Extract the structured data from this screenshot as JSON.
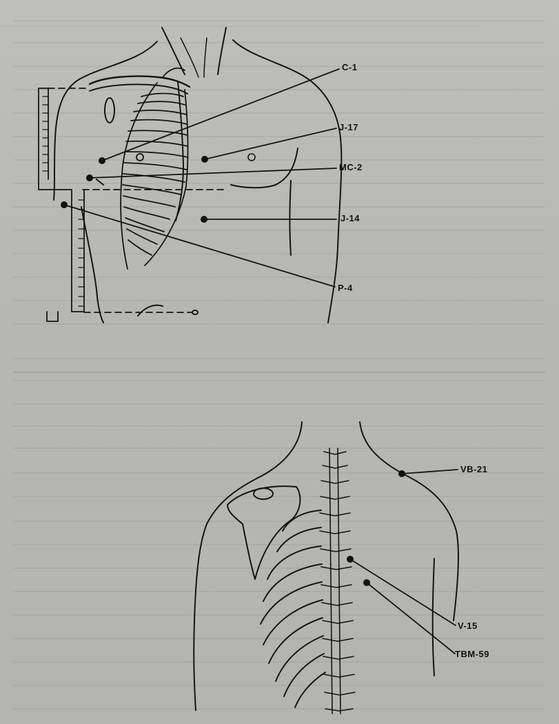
{
  "figure_top": {
    "labels": [
      "C-1",
      "J-17",
      "MC-2",
      "J-14",
      "P-4"
    ]
  },
  "figure_bottom": {
    "labels": [
      "VB-21",
      "V-15",
      "TBM-59"
    ]
  }
}
